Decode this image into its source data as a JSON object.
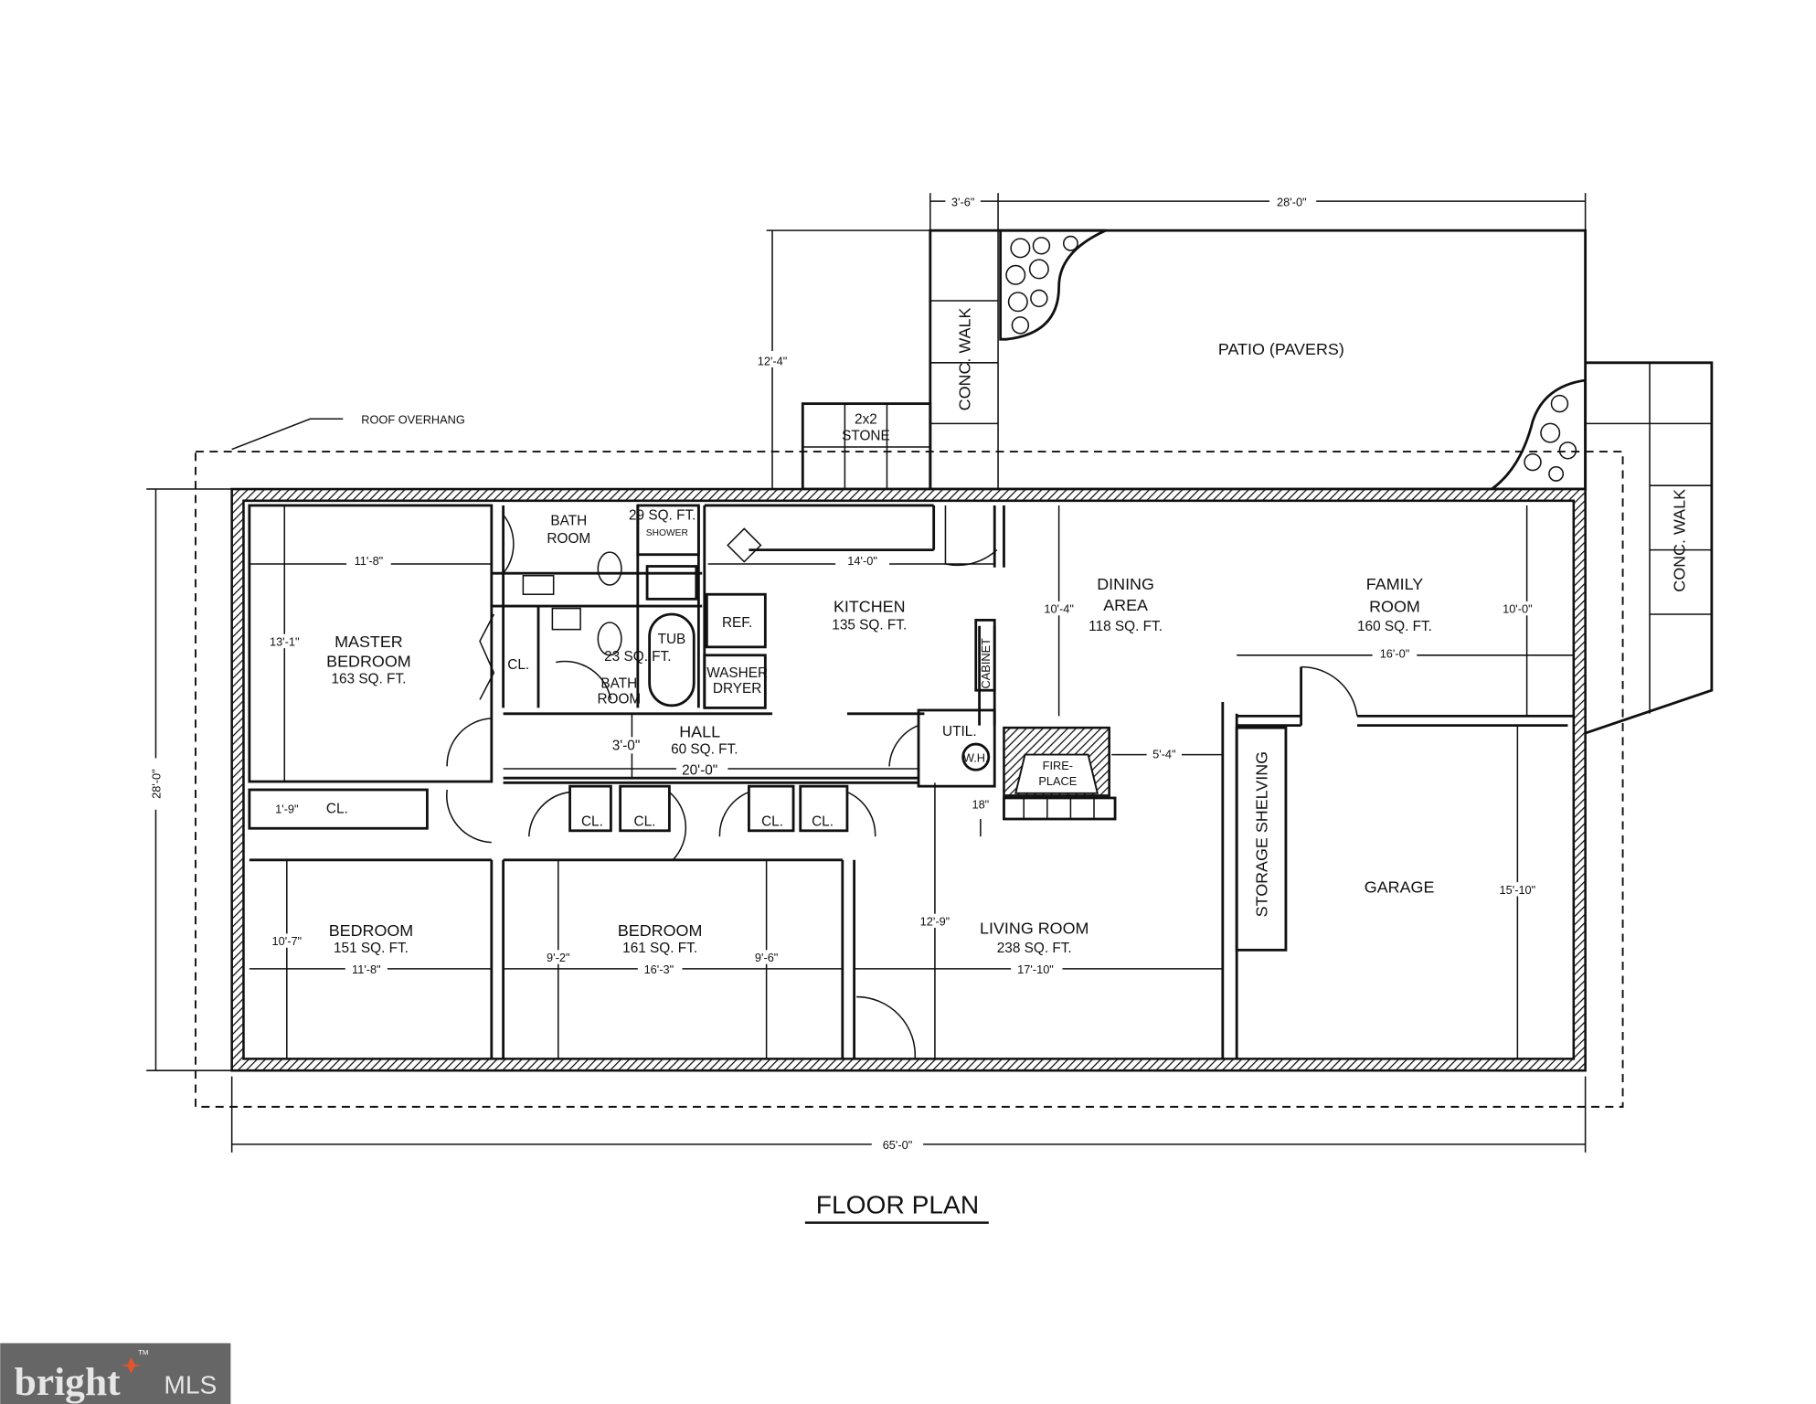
{
  "plan": {
    "title": "FLOOR PLAN",
    "roof_overhang": "ROOF OVERHANG",
    "dimensions": {
      "walk_width": "3'-6\"",
      "patio_width": "28'-0\"",
      "patio_depth": "12'-4\"",
      "overall_width": "65'-0\"",
      "overall_depth": "28'-0\"",
      "master_width": "11'-8\"",
      "master_depth": "13'-1\"",
      "kitchen_width": "14'-0\"",
      "dining_depth": "10'-4\"",
      "family_depth": "10'-0\"",
      "family_width": "16'-0\"",
      "hall_depth": "3'-0\"",
      "hall_width": "20'-0\"",
      "fireplace_side": "5'-4\"",
      "hearth": "18\"",
      "closet_width": "1'-9\"",
      "garage_depth": "15'-10\"",
      "bedroom1_depth": "10'-7\"",
      "bedroom1_width": "11'-8\"",
      "bedroom2_left": "9'-2\"",
      "bedroom2_width": "16'-3\"",
      "bedroom2_right": "9'-6\"",
      "living_depth": "12'-9\"",
      "living_width": "17'-10\""
    },
    "rooms": {
      "patio": "PATIO (PAVERS)",
      "conc_walk": "CONC. WALK",
      "stone_1": "2x2",
      "stone_2": "STONE",
      "bath1_1": "BATH",
      "bath1_2": "ROOM",
      "bath1_area": "29 SQ. FT.",
      "shower": "SHOWER",
      "kitchen": "KITCHEN",
      "kitchen_area": "135 SQ. FT.",
      "ref": "REF.",
      "tub": "TUB",
      "bath2_area": "23 SQ. FT.",
      "washer": "WASHER",
      "dryer": "DRYER",
      "cabinet": "CABINET",
      "bath2_1": "BATH",
      "bath2_2": "ROOM",
      "closet": "CL.",
      "master_1": "MASTER",
      "master_2": "BEDROOM",
      "master_area": "163 SQ. FT.",
      "dining_1": "DINING",
      "dining_2": "AREA",
      "dining_area": "118 SQ. FT.",
      "family_1": "FAMILY",
      "family_2": "ROOM",
      "family_area": "160 SQ. FT.",
      "hall": "HALL",
      "hall_area": "60 SQ. FT.",
      "util": "UTIL.",
      "wh": "W.H.",
      "fire_1": "FIRE-",
      "fire_2": "PLACE",
      "storage": "STORAGE SHELVING",
      "garage": "GARAGE",
      "bedroom": "BEDROOM",
      "bedroom1_area": "151 SQ. FT.",
      "bedroom2_area": "161 SQ. FT.",
      "living": "LIVING ROOM",
      "living_area": "238 SQ. FT."
    }
  },
  "logo": {
    "text": "bright",
    "suffix": "MLS",
    "tm": "TM",
    "bg": "#666666",
    "accent": "#e0552b"
  }
}
